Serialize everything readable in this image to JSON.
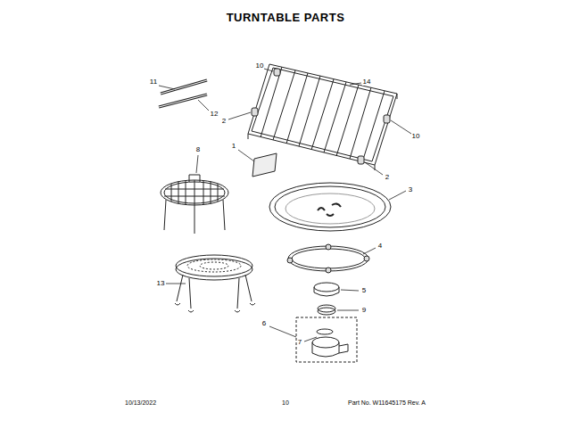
{
  "diagram": {
    "title": "TURNTABLE PARTS",
    "labels": [
      "11",
      "12",
      "10",
      "14",
      "2",
      "10",
      "8",
      "1",
      "3",
      "2",
      "4",
      "13",
      "5",
      "9",
      "6",
      "7",
      "10/13/2022",
      "10",
      "Part No. W11645175 Rev. A"
    ]
  }
}
